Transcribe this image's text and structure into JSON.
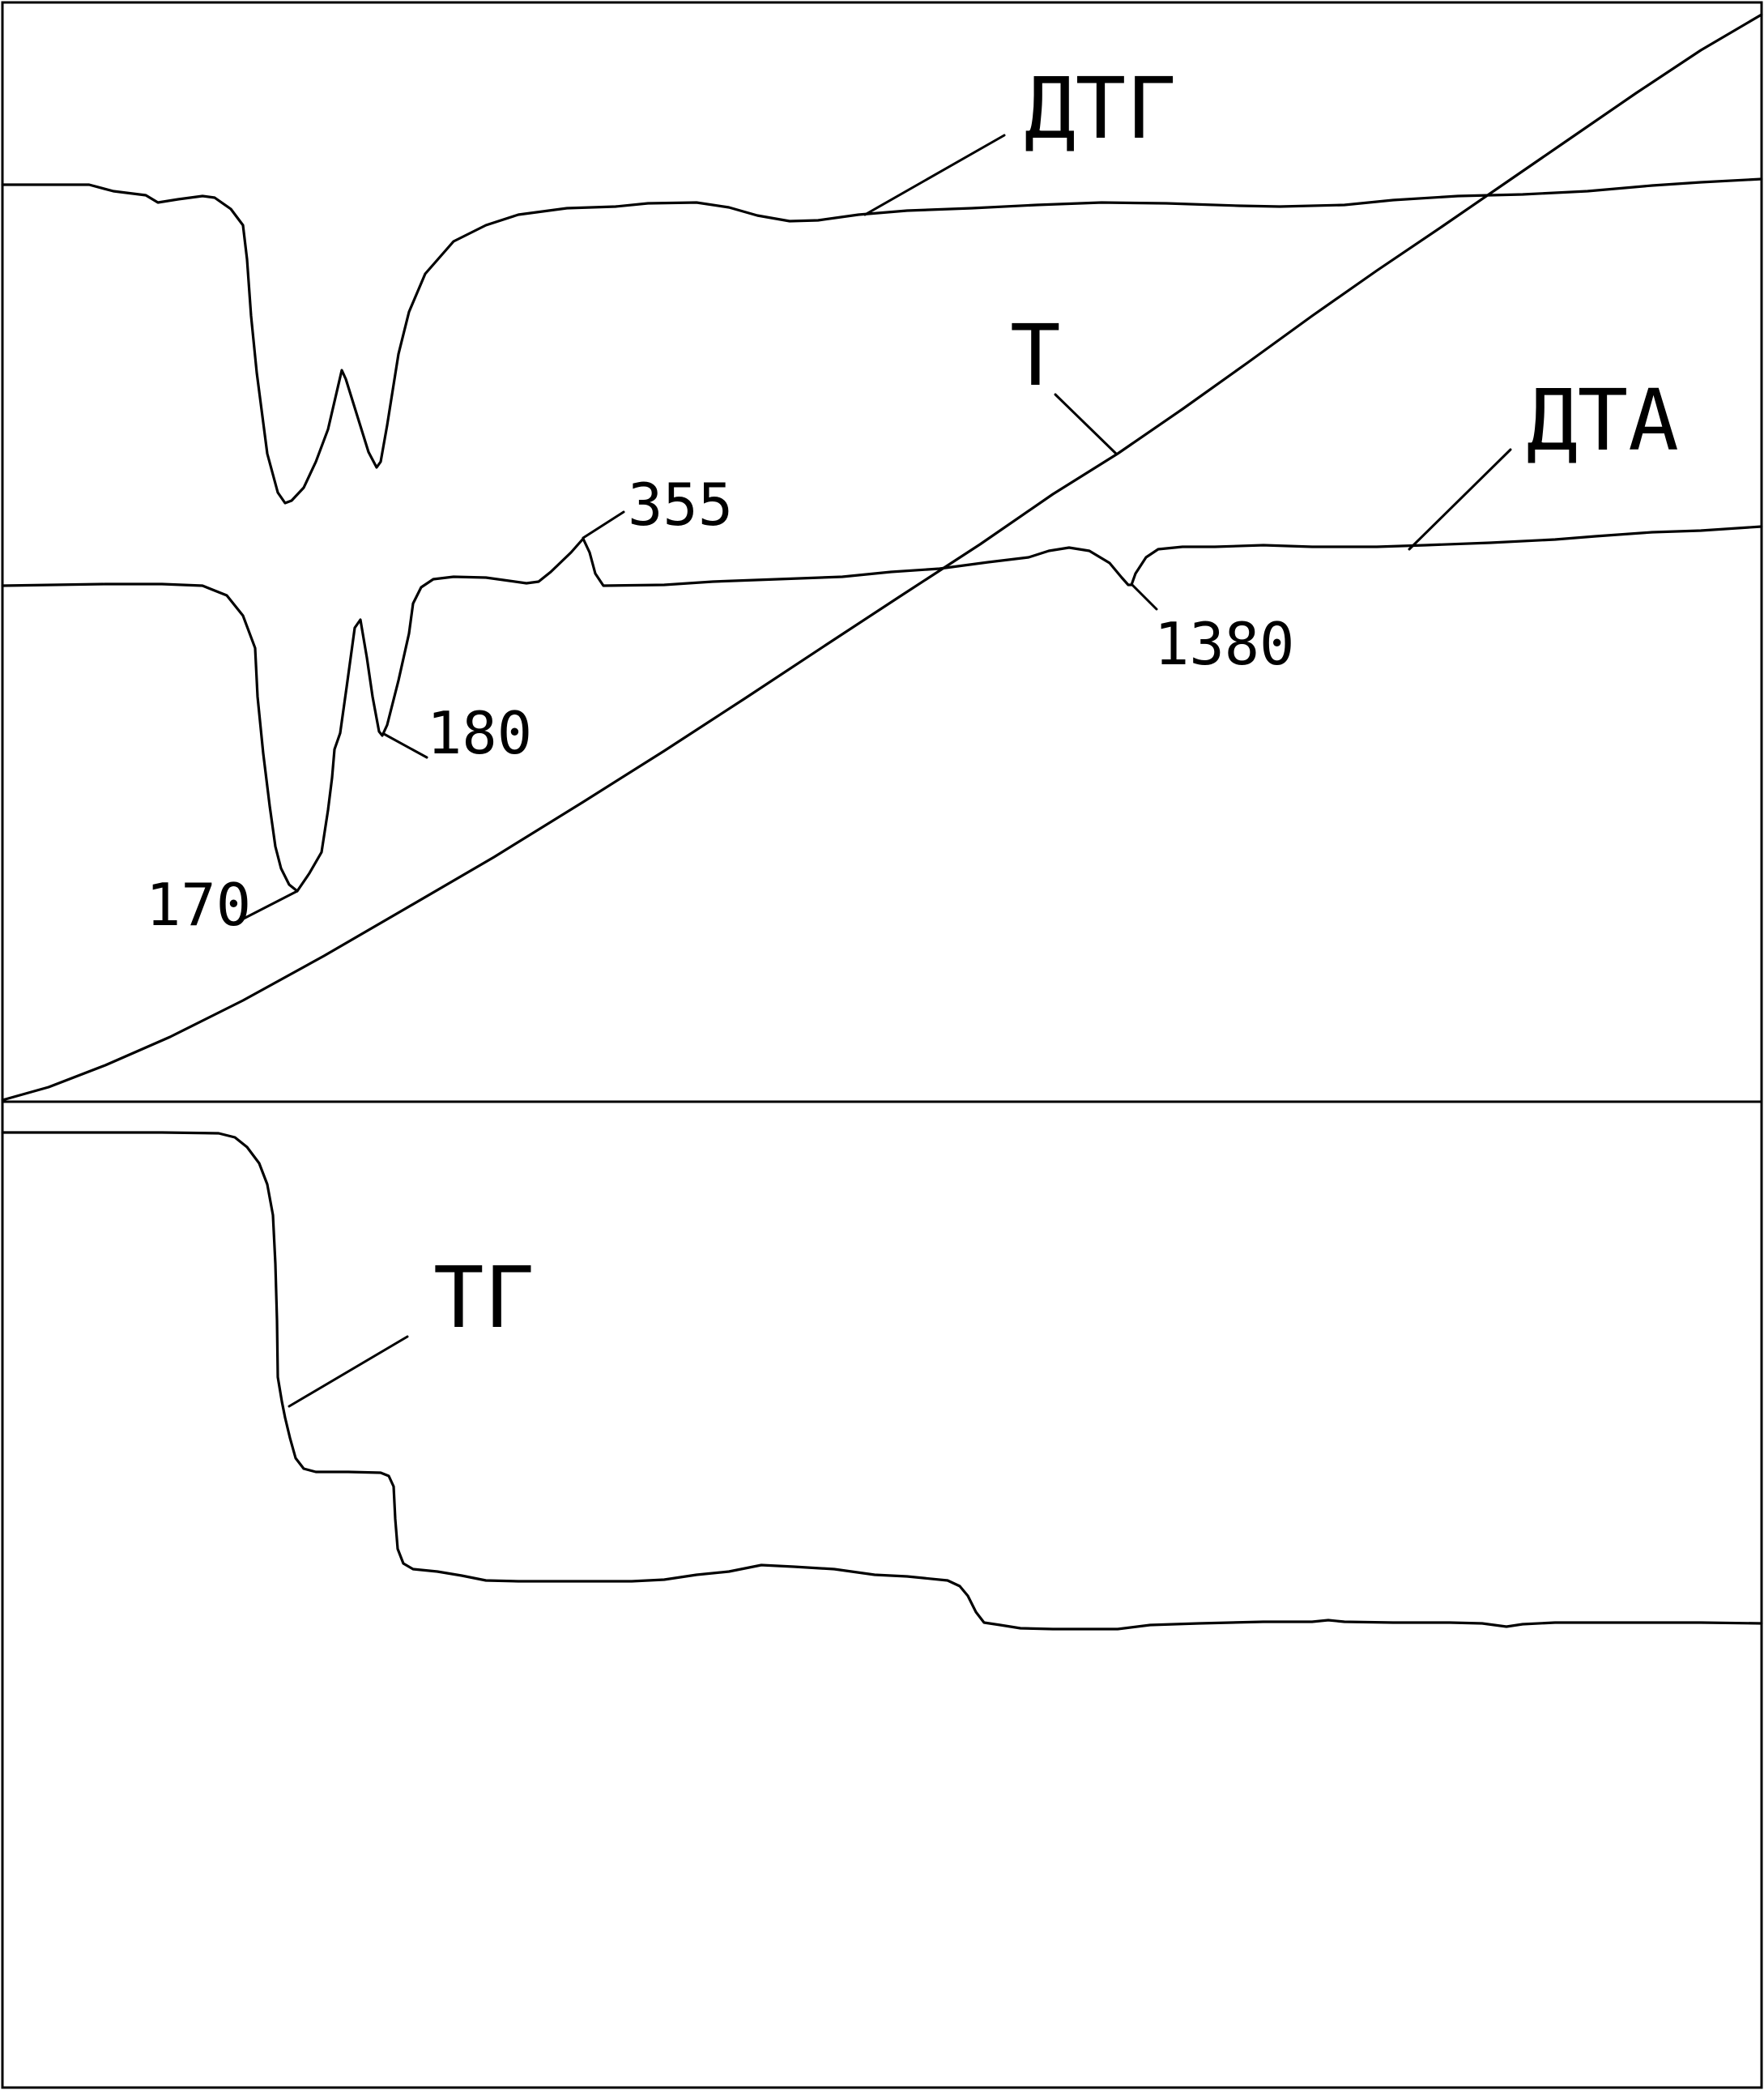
{
  "chart_data": {
    "type": "line",
    "title": "",
    "xlabel": "",
    "ylabel": "",
    "panels": [
      {
        "name": "upper",
        "series": [
          {
            "name": "ДТГ",
            "label": "ДТГ"
          },
          {
            "name": "Т",
            "label": "Т"
          },
          {
            "name": "ДТА",
            "label": "ДТА"
          }
        ],
        "annotations": [
          {
            "label": "170",
            "series": "ДТА",
            "kind": "endothermic-peak"
          },
          {
            "label": "180",
            "series": "ДТА",
            "kind": "endothermic-peak"
          },
          {
            "label": "355",
            "series": "ДТА",
            "kind": "exothermic-peak"
          },
          {
            "label": "1380",
            "series": "ДТА",
            "kind": "endothermic-peak"
          }
        ]
      },
      {
        "name": "lower",
        "series": [
          {
            "name": "ТГ",
            "label": "ТГ"
          }
        ]
      }
    ],
    "grid": false,
    "legend": "none"
  },
  "labels": {
    "dtg": "ДТГ",
    "t": "Т",
    "dta": "ДТА",
    "tg": "ТГ",
    "p355": "355",
    "p180": "180",
    "p170": "170",
    "p1380": "1380"
  }
}
